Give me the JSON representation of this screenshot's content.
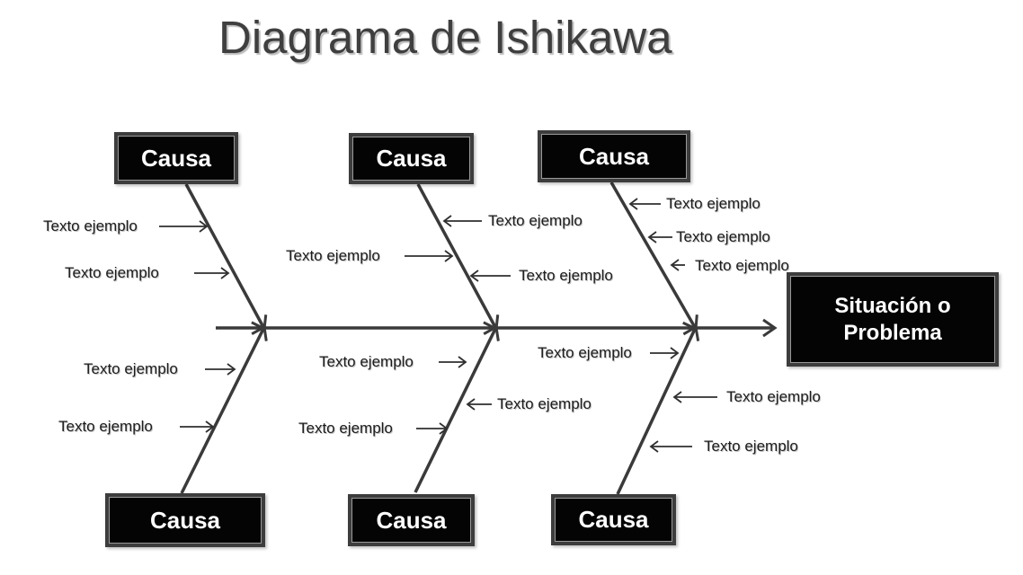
{
  "title": "Diagrama de Ishikawa",
  "problem_box": {
    "label": "Situación o Problema"
  },
  "cause_boxes": {
    "top": [
      {
        "label": "Causa"
      },
      {
        "label": "Causa"
      },
      {
        "label": "Causa"
      }
    ],
    "bottom": [
      {
        "label": "Causa"
      },
      {
        "label": "Causa"
      },
      {
        "label": "Causa"
      }
    ]
  },
  "sub_causes": [
    {
      "text": "Texto ejemplo",
      "branch": "top-1",
      "side": "left"
    },
    {
      "text": "Texto ejemplo",
      "branch": "top-1",
      "side": "left"
    },
    {
      "text": "Texto ejemplo",
      "branch": "top-2",
      "side": "right"
    },
    {
      "text": "Texto ejemplo",
      "branch": "top-2",
      "side": "left"
    },
    {
      "text": "Texto ejemplo",
      "branch": "top-2",
      "side": "right"
    },
    {
      "text": "Texto ejemplo",
      "branch": "top-3",
      "side": "right"
    },
    {
      "text": "Texto ejemplo",
      "branch": "top-3",
      "side": "right"
    },
    {
      "text": "Texto ejemplo",
      "branch": "top-3",
      "side": "right"
    },
    {
      "text": "Texto ejemplo",
      "branch": "bottom-1",
      "side": "left"
    },
    {
      "text": "Texto ejemplo",
      "branch": "bottom-1",
      "side": "left"
    },
    {
      "text": "Texto ejemplo",
      "branch": "bottom-2",
      "side": "left"
    },
    {
      "text": "Texto ejemplo",
      "branch": "bottom-2",
      "side": "right"
    },
    {
      "text": "Texto ejemplo",
      "branch": "bottom-2",
      "side": "left"
    },
    {
      "text": "Texto ejemplo",
      "branch": "bottom-3",
      "side": "left"
    },
    {
      "text": "Texto ejemplo",
      "branch": "bottom-3",
      "side": "right"
    },
    {
      "text": "Texto ejemplo",
      "branch": "bottom-3",
      "side": "right"
    }
  ],
  "colors": {
    "background": "#ffffff",
    "box_fill": "#040404",
    "box_border": "#3d3d3d",
    "box_text": "#ffffff",
    "bone_line": "#3a3a3a",
    "label_arrow": "#2f2f2f",
    "label_text": "#1c1c1c",
    "title_text": "#3f3f3f"
  }
}
